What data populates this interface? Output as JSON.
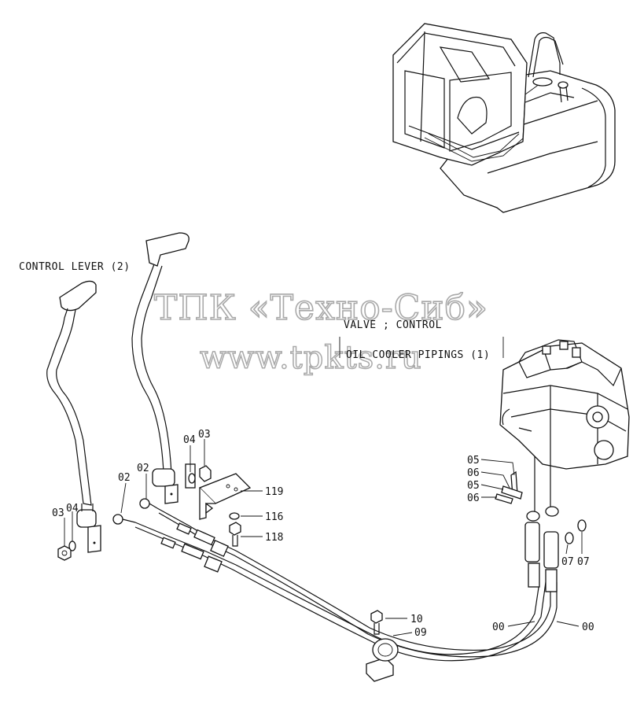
{
  "title_control_lever": "CONTROL  LEVER (2)",
  "title_valve": "VALVE ; CONTROL",
  "title_oil_cooler": "OIL  COOLER  PIPINGS (1)",
  "watermark_line1": "ТПК «Техно-Сиб»",
  "watermark_line2": "www.tpkts.ru",
  "labels": {
    "l03a": "03",
    "l04a": "04",
    "l02a": "02",
    "l02b": "02",
    "l04b": "04",
    "l03b": "03",
    "l119": "119",
    "l116": "116",
    "l118": "118",
    "l10": "10",
    "l09": "09",
    "l05a": "05",
    "l06a": "06",
    "l05b": "05",
    "l06b": "06",
    "l07a": "07",
    "l07b": "07",
    "l00a": "00",
    "l00b": "00"
  }
}
